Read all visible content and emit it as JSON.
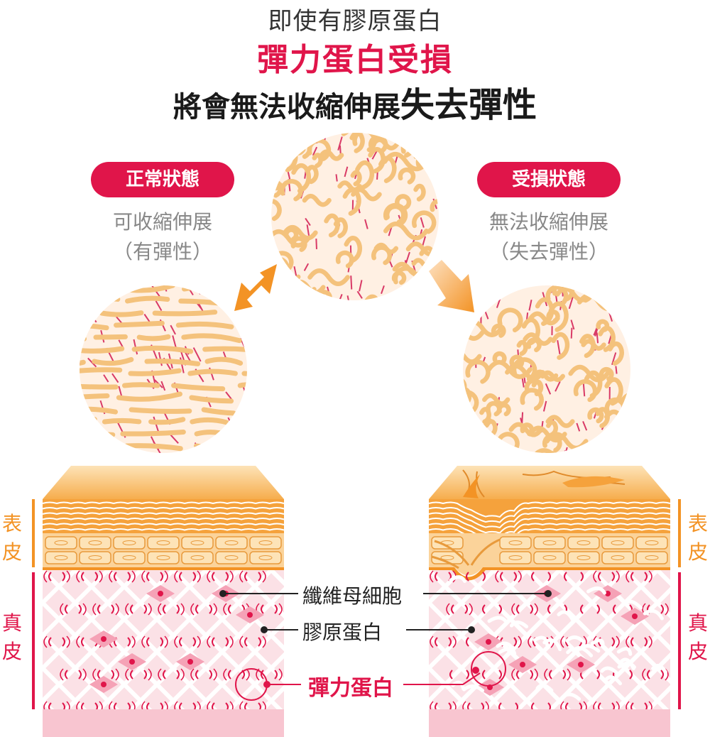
{
  "header": {
    "line1": "即使有膠原蛋白",
    "line2": "彈力蛋白受損",
    "line3_prefix": "將會無法收縮伸展",
    "line3_emphasis": "失去彈性"
  },
  "states": {
    "normal": {
      "badge": "正常狀態",
      "desc": "可收縮伸展",
      "note": "（有彈性）"
    },
    "damaged": {
      "badge": "受損狀態",
      "desc": "無法收縮伸展",
      "note": "（失去彈性）"
    }
  },
  "layers": {
    "epidermis": "表皮",
    "dermis": "真皮"
  },
  "annotations": {
    "fibroblast": "纖維母細胞",
    "collagen": "膠原蛋白",
    "elastin": "彈力蛋白"
  },
  "colors": {
    "accent_red": "#e0154a",
    "arrow_orange": "#f39325",
    "epidermis_orange": "#f5a23c",
    "fiber_tan": "#f4c27c",
    "dermis_pink": "#fbe1e6",
    "label_orange": "#f39325"
  }
}
